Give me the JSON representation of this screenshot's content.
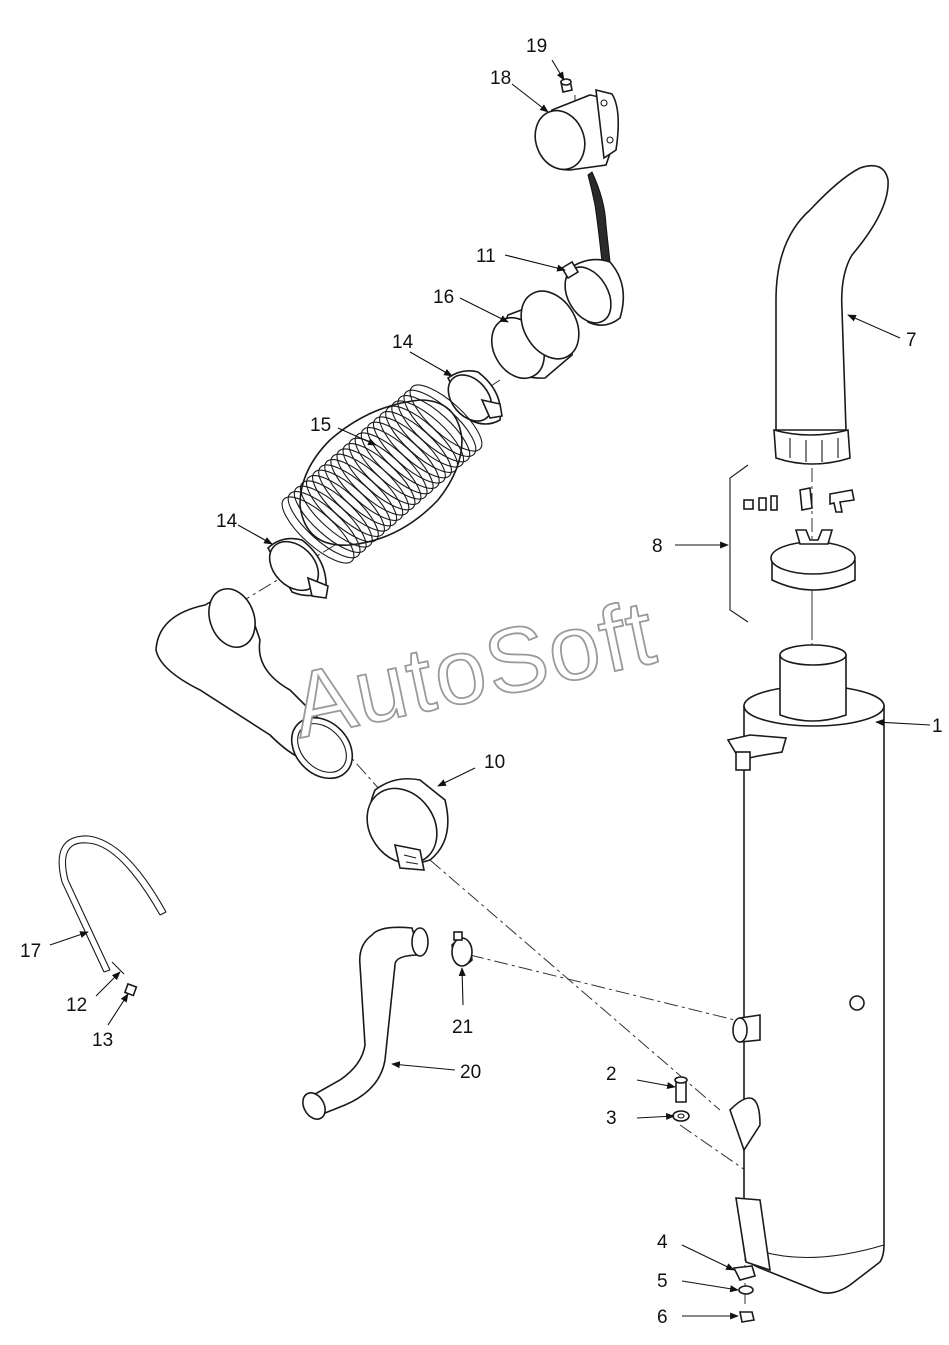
{
  "watermark": "AutoSoft",
  "callouts": {
    "c1": "1",
    "c2": "2",
    "c3": "3",
    "c4": "4",
    "c5": "5",
    "c6": "6",
    "c7": "7",
    "c8": "8",
    "c10": "10",
    "c11": "11",
    "c12": "12",
    "c13": "13",
    "c14a": "14",
    "c14b": "14",
    "c15": "15",
    "c16": "16",
    "c17": "17",
    "c18": "18",
    "c19": "19",
    "c20": "20",
    "c21": "21"
  },
  "colors": {
    "line": "#1a1a1a",
    "watermark_outline": "#9a9a9a",
    "background": "#ffffff"
  }
}
